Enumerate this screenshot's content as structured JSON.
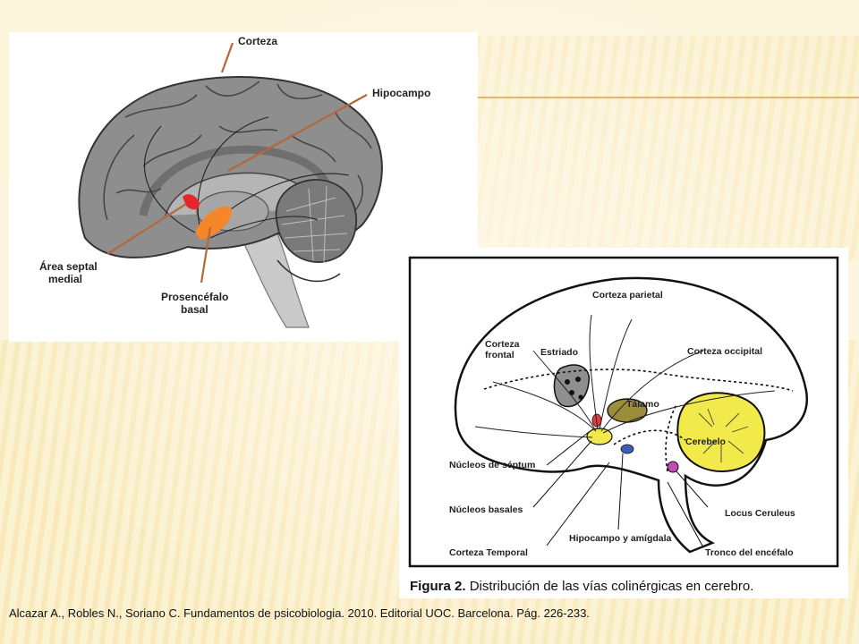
{
  "left_figure": {
    "labels": {
      "corteza": "Corteza",
      "hipocampo": "Hipocampo",
      "area_septal_line1": "Área septal",
      "area_septal_line2": "medial",
      "prosencefalo_line1": "Prosencéfalo",
      "prosencefalo_line2": "basal"
    },
    "colors": {
      "septal": "#e8262a",
      "basal": "#f5872a",
      "pointer": "#b5673a",
      "brain": "#8a8a8a"
    }
  },
  "right_figure": {
    "labels": {
      "corteza_parietal": "Corteza parietal",
      "corteza_frontal_line1": "Corteza",
      "corteza_frontal_line2": "frontal",
      "estriado": "Estriado",
      "corteza_occipital": "Corteza occipital",
      "talamo": "Tálamo",
      "cerebelo": "Cerebelo",
      "nucleos_septum": "Núcleos de séptum",
      "nucleos_basales": "Núcleos basales",
      "corteza_temporal": "Corteza Temporal",
      "hipocampo_amigdala": "Hipocampo y amígdala",
      "locus_ceruleus": "Locus Ceruleus",
      "tronco": "Tronco del encéfalo"
    },
    "figure_number": "Figura 2.",
    "figure_title": "Distribución de las vías colinérgicas en cerebro.",
    "colors": {
      "cerebelo": "#f2e94a",
      "talamo": "#9c8d3a",
      "estriado": "#8f8f8f",
      "nucleus": "#e63b3b",
      "hipocampo": "#3d5db5",
      "locus": "#c54ab5"
    }
  },
  "citation": "Alcazar A., Robles N., Soriano C. Fundamentos de psicobiologia. 2010. Editorial UOC. Barcelona. Pág. 226-233."
}
